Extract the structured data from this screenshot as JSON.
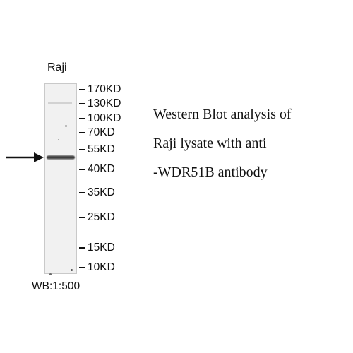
{
  "lane": {
    "label": "Raji"
  },
  "markers": [
    {
      "label": "170KD"
    },
    {
      "label": "130KD"
    },
    {
      "label": "100KD"
    },
    {
      "label": "70KD"
    },
    {
      "label": "55KD"
    },
    {
      "label": "40KD"
    },
    {
      "label": "35KD"
    },
    {
      "label": "25KD"
    },
    {
      "label": "15KD"
    },
    {
      "label": "10KD"
    }
  ],
  "caption": {
    "line1": "Western Blot analysis of",
    "line2": "Raji lysate with anti",
    "line3": "-WDR51B antibody"
  },
  "dilution": {
    "label": "WB:1:500"
  },
  "colors": {
    "band": "#2a2a2a",
    "membrane": "#f1f1f1",
    "text": "#111111"
  }
}
